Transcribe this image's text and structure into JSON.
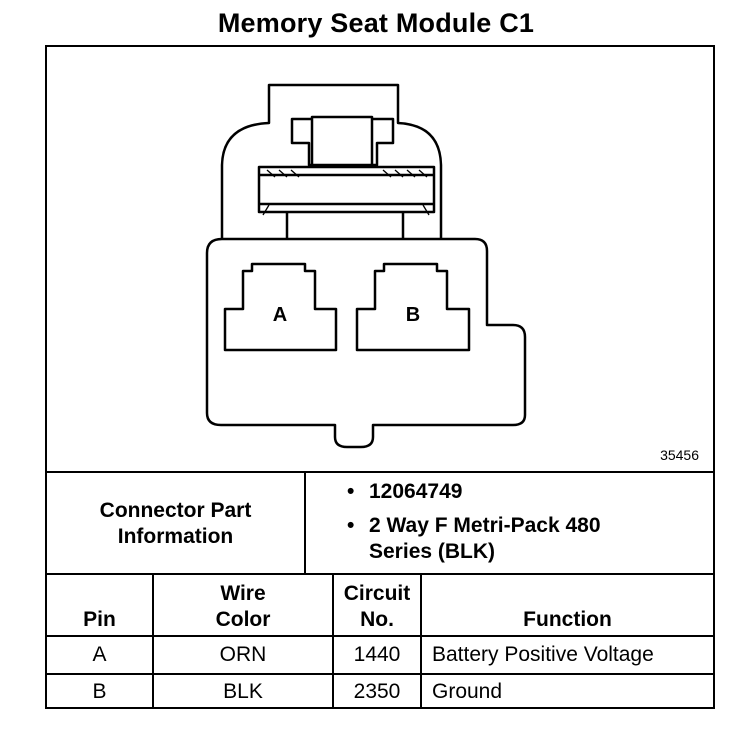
{
  "title": "Memory Seat Module C1",
  "diagram": {
    "pin_a_label": "A",
    "pin_b_label": "B",
    "figure_number": "35456"
  },
  "connector": {
    "label": "Connector Part Information",
    "part_items": [
      "12064749",
      "2 Way F Metri-Pack 480 Series (BLK)"
    ]
  },
  "table": {
    "headers": {
      "pin": "Pin",
      "wire_color": "Wire Color",
      "circuit_no": "Circuit No.",
      "function": "Function"
    },
    "rows": [
      {
        "pin": "A",
        "wire_color": "ORN",
        "circuit": "1440",
        "function": "Battery Positive Voltage"
      },
      {
        "pin": "B",
        "wire_color": "BLK",
        "circuit": "2350",
        "function": "Ground"
      }
    ]
  }
}
